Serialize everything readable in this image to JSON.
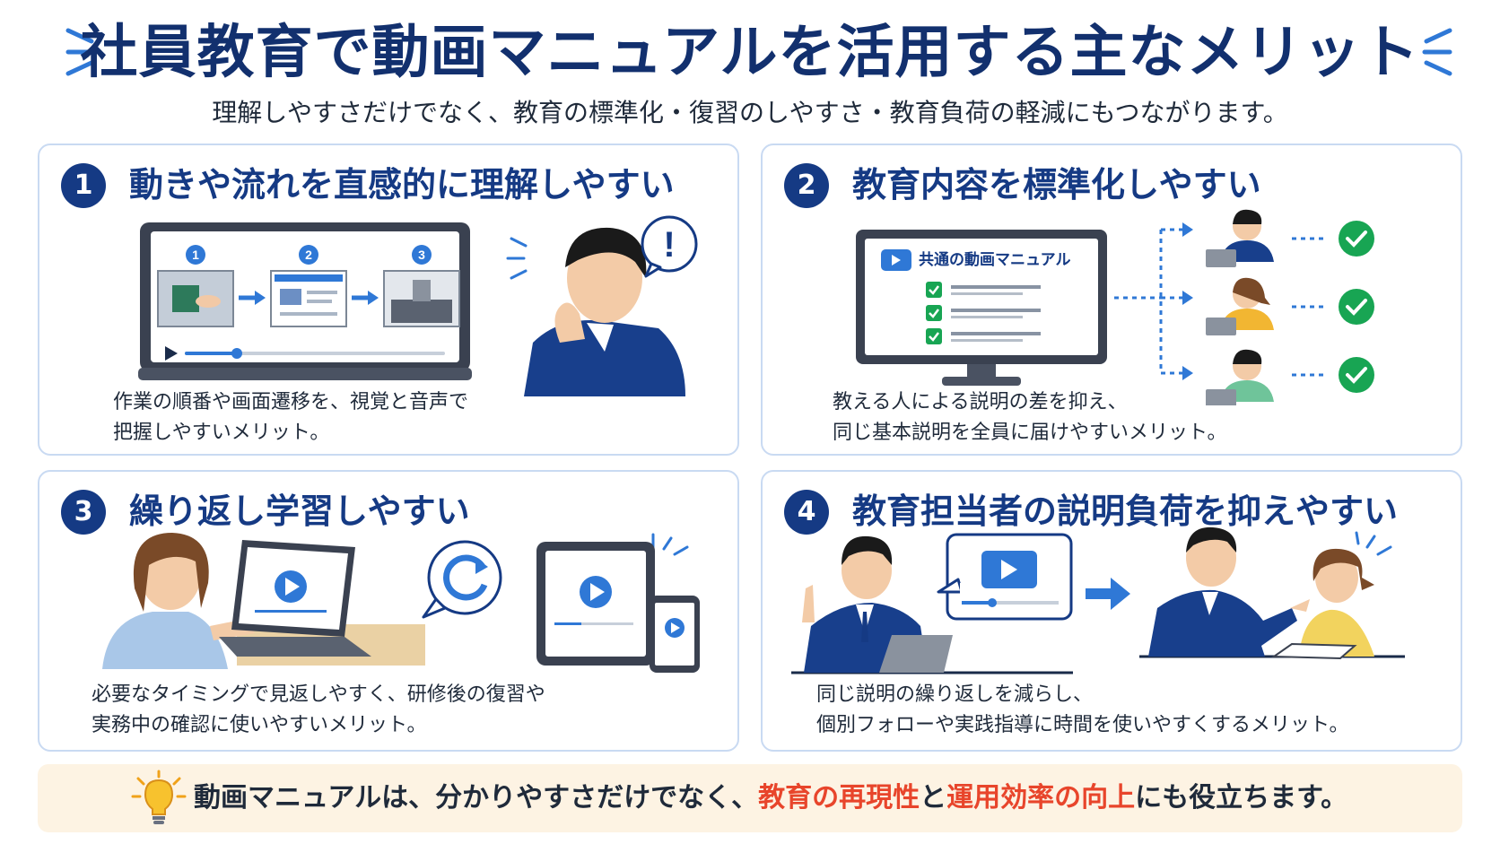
{
  "title": "社員教育で動画マニュアルを活用する主なメリット",
  "subtitle": "理解しやすさだけでなく、教育の標準化・復習のしやすさ・教育負荷の軽減にもつながります。",
  "colors": {
    "navy": "#153a84",
    "accent_blue": "#2f78d6",
    "highlight": "#e8452b",
    "check_green": "#18a553",
    "footer_bg": "#fdf3e3"
  },
  "cards": [
    {
      "number": "1",
      "title": "動きや流れを直感的に理解しやすい",
      "desc_line1": "作業の順番や画面遷移を、視覚と音声で",
      "desc_line2": "把握しやすいメリット。",
      "step_labels": [
        "1",
        "2",
        "3"
      ],
      "exclamation": "!"
    },
    {
      "number": "2",
      "title": "教育内容を標準化しやすい",
      "monitor_label": "共通の動画マニュアル",
      "desc_line1": "教える人による説明の差を抑え、",
      "desc_line2": "同じ基本説明を全員に届けやすいメリット。"
    },
    {
      "number": "3",
      "title": "繰り返し学習しやすい",
      "desc_line1": "必要なタイミングで見返しやすく、研修後の復習や",
      "desc_line2": "実務中の確認に使いやすいメリット。"
    },
    {
      "number": "4",
      "title": "教育担当者の説明負荷を抑えやすい",
      "desc_line1": "同じ説明の繰り返しを減らし、",
      "desc_line2": "個別フォローや実践指導に時間を使いやすくするメリット。"
    }
  ],
  "footer": {
    "part1": "動画マニュアルは、分かりやすさだけでなく、",
    "part2": "教育の再現性",
    "part3": "と",
    "part4": "運用効率の向上",
    "part5": "にも役立ちます。"
  },
  "icons": [
    "play-icon",
    "refresh-icon",
    "check-icon",
    "arrow-right-icon",
    "lightbulb-icon",
    "exclamation-bubble-icon"
  ]
}
